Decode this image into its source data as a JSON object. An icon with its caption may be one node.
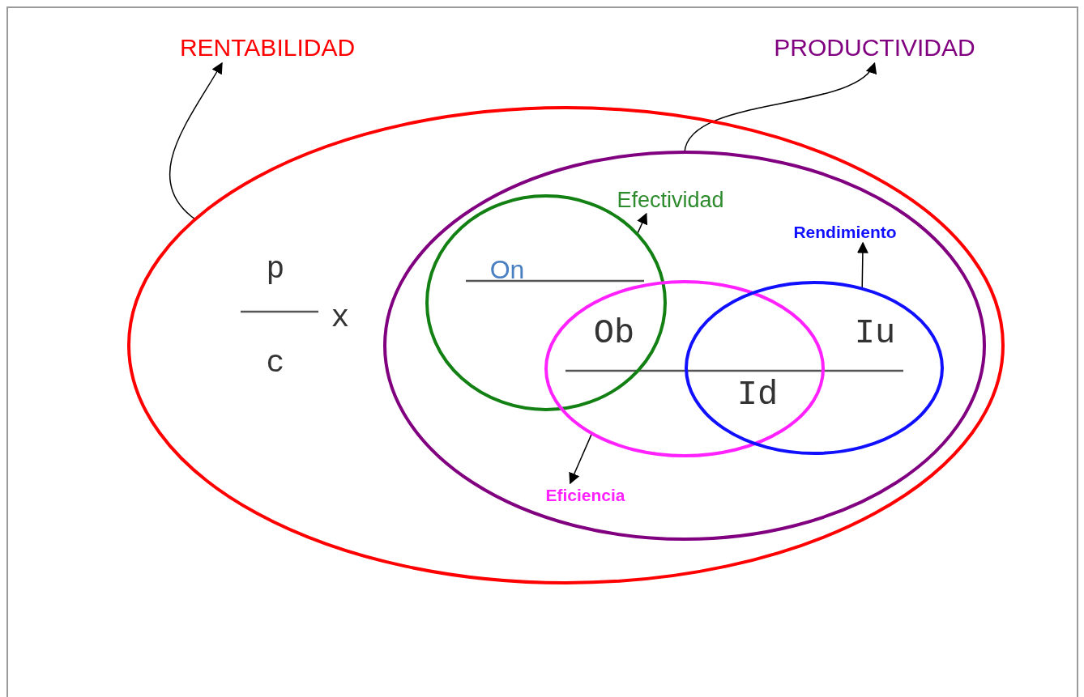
{
  "diagram": {
    "nodes": [
      {
        "text": [
          "RENTABILIDAD"
        ]
      },
      {
        "text": [
          "PRODUCTIVIDAD"
        ]
      },
      {
        "text": [],
        "shape": "circle"
      },
      {
        "text": [],
        "shape": "circle",
        "in": 2
      },
      {
        "text": [],
        "shape": "circle",
        "in": 3
      },
      {
        "text": [],
        "shape": "circle",
        "in": 3
      },
      {
        "text": [],
        "shape": "circle",
        "in": 3
      },
      {
        "text": [
          "Efectividad"
        ],
        "in": 3
      },
      {
        "text": [
          "Rendimiento"
        ],
        "in": 3
      },
      {
        "text": [
          "Eficiencia"
        ],
        "in": 3
      }
    ],
    "edges": [
      {
        "from": 2,
        "to": 0,
        "arrow": "to"
      },
      {
        "from": 3,
        "to": 1,
        "arrow": "to"
      },
      {
        "from": 4,
        "to": 7,
        "arrow": "to"
      },
      {
        "from": 5,
        "to": 9,
        "arrow": "to"
      },
      {
        "from": 6,
        "to": 8,
        "arrow": "to"
      }
    ],
    "labels": [
      "p",
      "c",
      "x",
      "On",
      "Ob",
      "Iu",
      "Id"
    ]
  }
}
